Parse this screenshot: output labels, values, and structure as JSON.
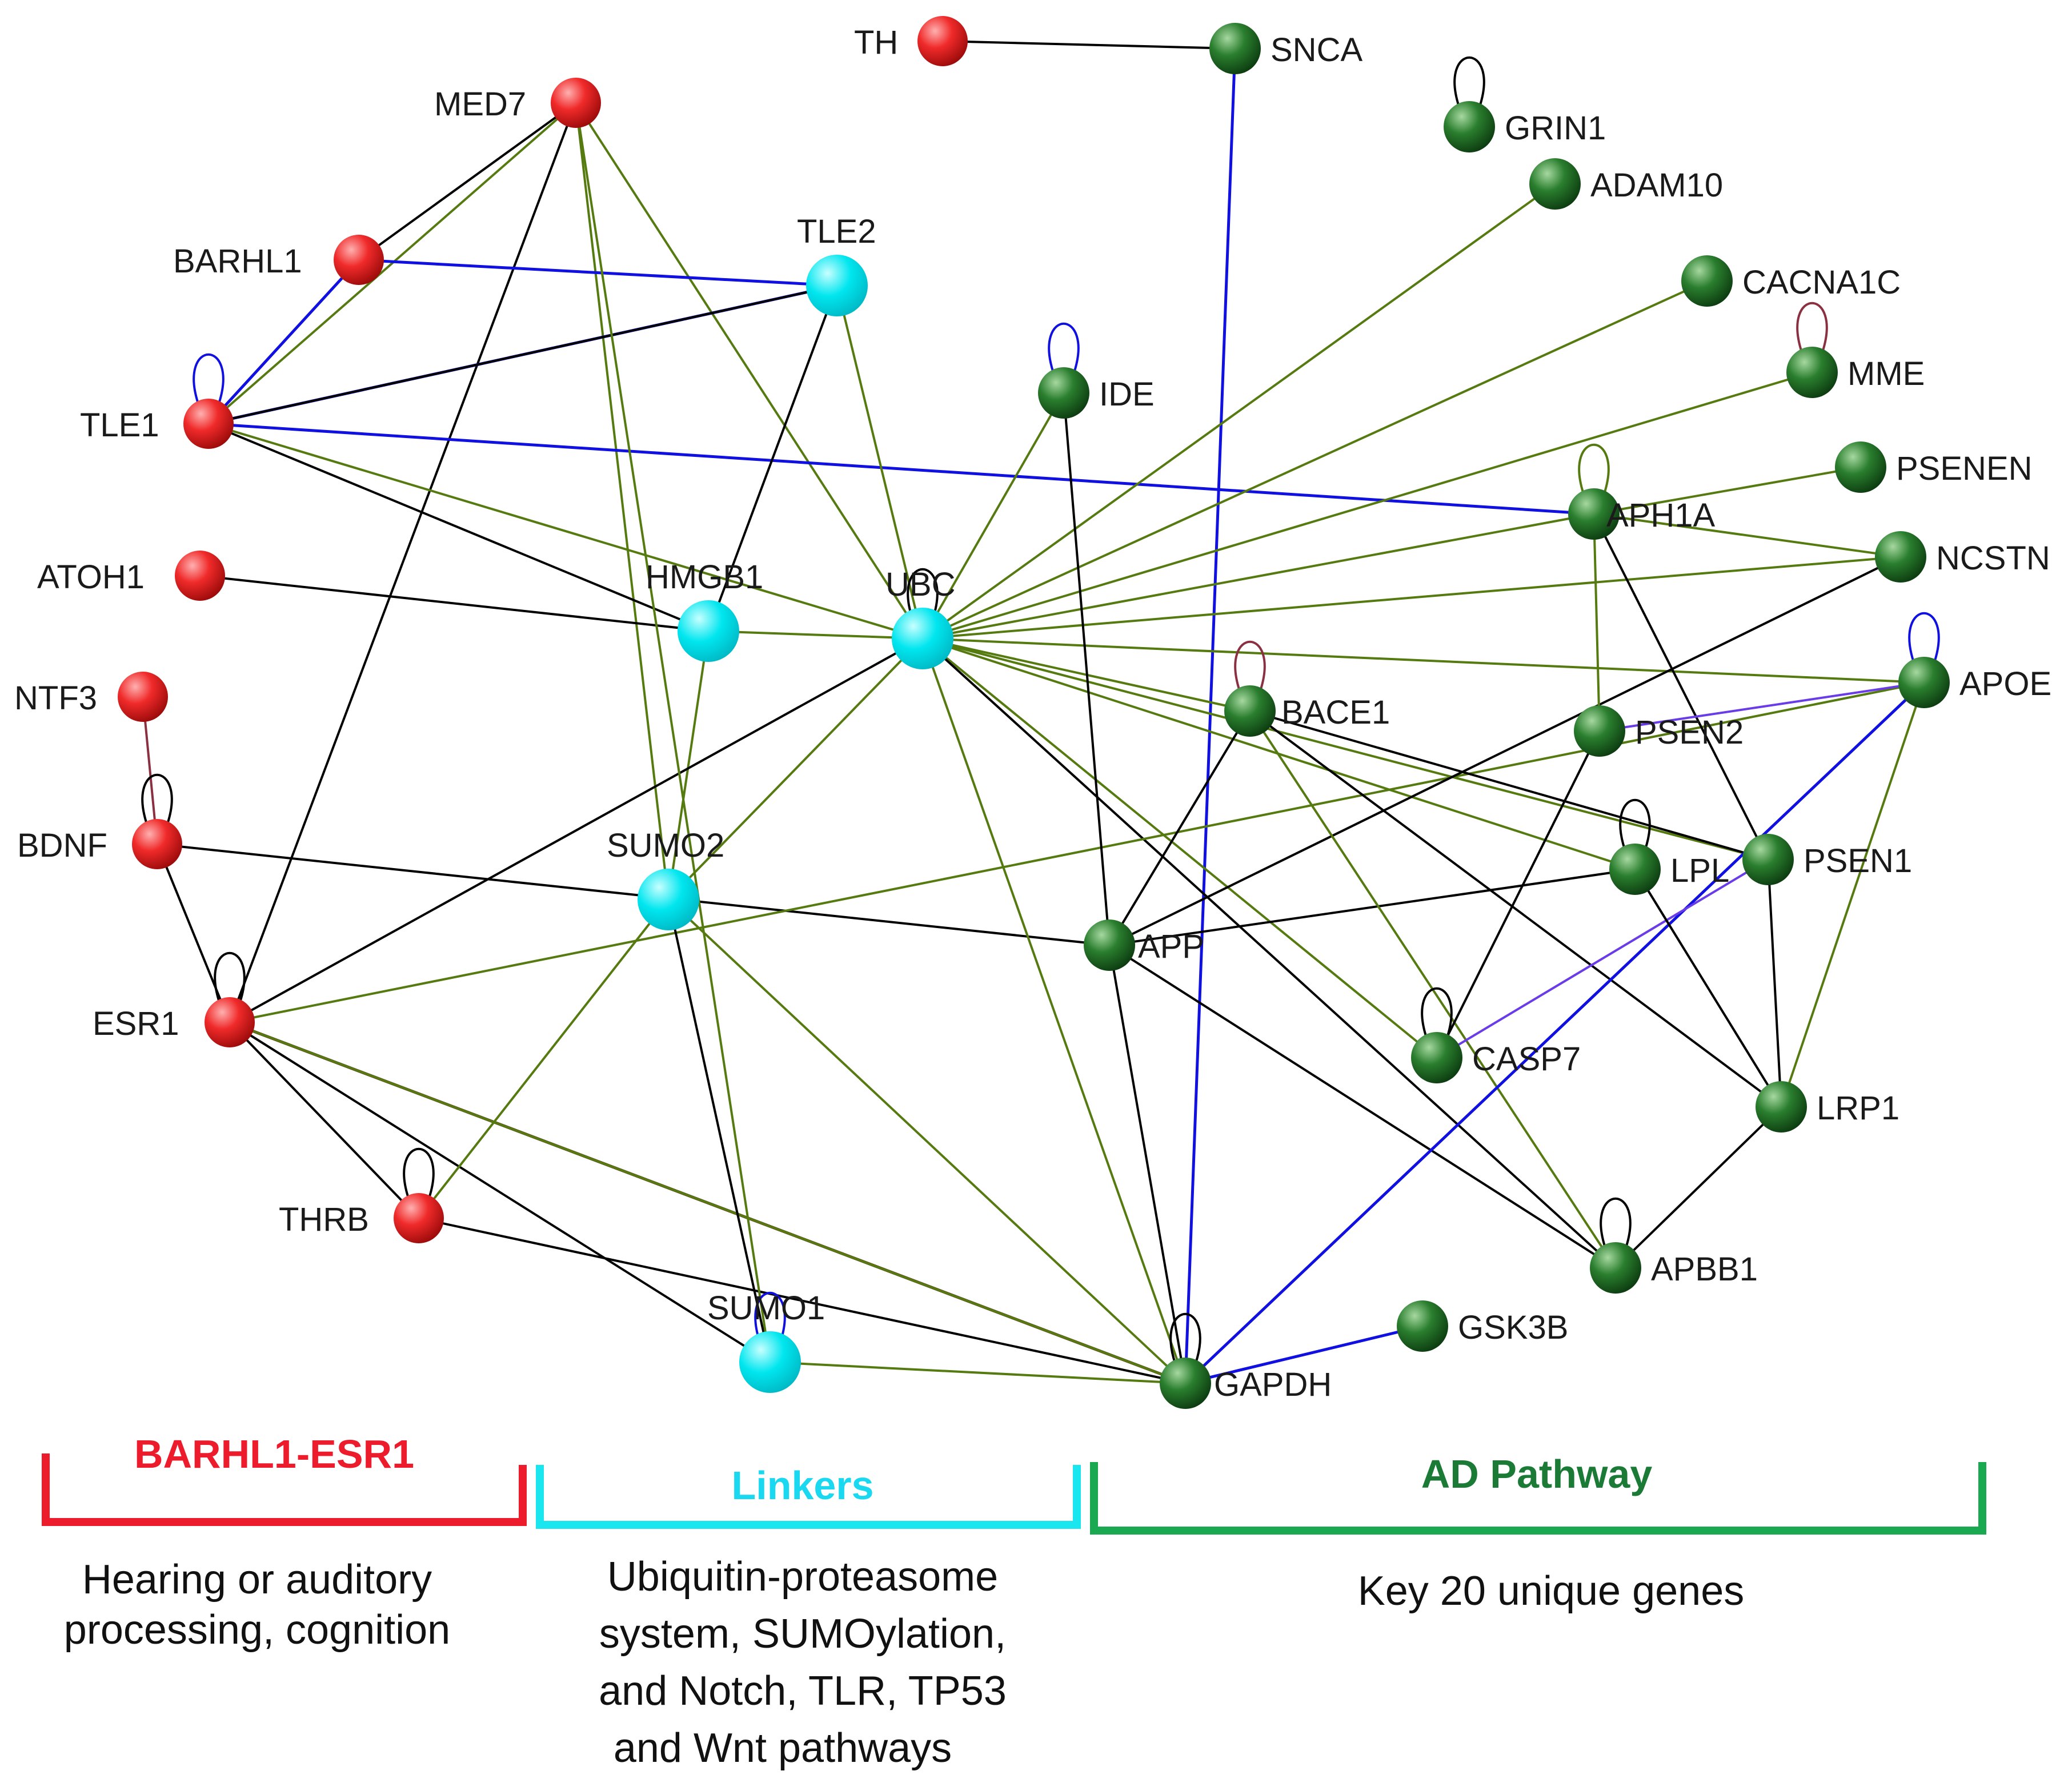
{
  "colors": {
    "red": "#e82020",
    "cyan": "#00e8f0",
    "green": "#1f7a2a",
    "edge_black": "#000000",
    "edge_olive": "#557a10",
    "edge_blue": "#1010e0",
    "edge_violet": "#6a3ce8",
    "edge_brown": "#5a2a10",
    "edge_orange": "#e88010",
    "edge_maroon": "#8a3040",
    "bracket_red": "#ec1c2c",
    "bracket_cyan": "#1ae6f0",
    "bracket_green": "#1aa850",
    "title_red": "#ec1c2c",
    "title_cyan": "#1ad8f0",
    "title_green": "#1a7a36"
  },
  "nodes": [
    {
      "id": "TH",
      "label": "TH",
      "group": "red"
    },
    {
      "id": "SNCA",
      "label": "SNCA",
      "group": "green"
    },
    {
      "id": "MED7",
      "label": "MED7",
      "group": "red"
    },
    {
      "id": "GRIN1",
      "label": "GRIN1",
      "group": "green"
    },
    {
      "id": "ADAM10",
      "label": "ADAM10",
      "group": "green"
    },
    {
      "id": "BARHL1",
      "label": "BARHL1",
      "group": "red"
    },
    {
      "id": "TLE2",
      "label": "TLE2",
      "group": "cyan"
    },
    {
      "id": "CACNA1C",
      "label": "CACNA1C",
      "group": "green"
    },
    {
      "id": "MME",
      "label": "MME",
      "group": "green"
    },
    {
      "id": "IDE",
      "label": "IDE",
      "group": "green"
    },
    {
      "id": "TLE1",
      "label": "TLE1",
      "group": "red"
    },
    {
      "id": "PSENEN",
      "label": "PSENEN",
      "group": "green"
    },
    {
      "id": "APH1A",
      "label": "APH1A",
      "group": "green"
    },
    {
      "id": "NCSTN",
      "label": "NCSTN",
      "group": "green"
    },
    {
      "id": "ATOH1",
      "label": "ATOH1",
      "group": "red"
    },
    {
      "id": "HMGB1",
      "label": "HMGB1",
      "group": "cyan"
    },
    {
      "id": "UBC",
      "label": "UBC",
      "group": "cyan"
    },
    {
      "id": "APOE",
      "label": "APOE",
      "group": "green"
    },
    {
      "id": "NTF3",
      "label": "NTF3",
      "group": "red"
    },
    {
      "id": "BACE1",
      "label": "BACE1",
      "group": "green"
    },
    {
      "id": "PSEN2",
      "label": "PSEN2",
      "group": "green"
    },
    {
      "id": "BDNF",
      "label": "BDNF",
      "group": "red"
    },
    {
      "id": "SUMO2",
      "label": "SUMO2",
      "group": "cyan"
    },
    {
      "id": "LPL",
      "label": "LPL",
      "group": "green"
    },
    {
      "id": "PSEN1",
      "label": "PSEN1",
      "group": "green"
    },
    {
      "id": "APP",
      "label": "APP",
      "group": "green"
    },
    {
      "id": "ESR1",
      "label": "ESR1",
      "group": "red"
    },
    {
      "id": "CASP7",
      "label": "CASP7",
      "group": "green"
    },
    {
      "id": "LRP1",
      "label": "LRP1",
      "group": "green"
    },
    {
      "id": "THRB",
      "label": "THRB",
      "group": "red"
    },
    {
      "id": "APBB1",
      "label": "APBB1",
      "group": "green"
    },
    {
      "id": "SUMO1",
      "label": "SUMO1",
      "group": "cyan"
    },
    {
      "id": "GSK3B",
      "label": "GSK3B",
      "group": "green"
    },
    {
      "id": "GAPDH",
      "label": "GAPDH",
      "group": "green"
    }
  ],
  "edges": [
    {
      "from": "TH",
      "to": "SNCA",
      "color": "edge_black"
    },
    {
      "from": "SNCA",
      "to": "GAPDH",
      "color": "edge_blue"
    },
    {
      "from": "MED7",
      "to": "BARHL1",
      "color": "edge_black"
    },
    {
      "from": "MED7",
      "to": "ESR1",
      "color": "edge_black"
    },
    {
      "from": "MED7",
      "to": "TLE1",
      "color": "edge_olive"
    },
    {
      "from": "MED7",
      "to": "SUMO2",
      "color": "edge_olive"
    },
    {
      "from": "MED7",
      "to": "UBC",
      "color": "edge_olive"
    },
    {
      "from": "BARHL1",
      "to": "TLE2",
      "color": "edge_blue"
    },
    {
      "from": "BARHL1",
      "to": "TLE1",
      "color": "edge_blue"
    },
    {
      "from": "TLE1",
      "to": "TLE2",
      "color": "edge_blue"
    },
    {
      "from": "TLE1",
      "to": "TLE2",
      "color": "edge_black"
    },
    {
      "from": "TLE1",
      "to": "APH1A",
      "color": "edge_blue"
    },
    {
      "from": "TLE1",
      "to": "HMGB1",
      "color": "edge_black"
    },
    {
      "from": "TLE1",
      "to": "UBC",
      "color": "edge_olive"
    },
    {
      "from": "TLE2",
      "to": "HMGB1",
      "color": "edge_black"
    },
    {
      "from": "TLE2",
      "to": "UBC",
      "color": "edge_olive"
    },
    {
      "from": "ATOH1",
      "to": "HMGB1",
      "color": "edge_black"
    },
    {
      "from": "HMGB1",
      "to": "UBC",
      "color": "edge_olive"
    },
    {
      "from": "HMGB1",
      "to": "SUMO2",
      "color": "edge_olive"
    },
    {
      "from": "NTF3",
      "to": "BDNF",
      "color": "edge_maroon"
    },
    {
      "from": "BDNF",
      "to": "ESR1",
      "color": "edge_black"
    },
    {
      "from": "BDNF",
      "to": "APP",
      "color": "edge_black"
    },
    {
      "from": "UBC",
      "to": "IDE",
      "color": "edge_olive"
    },
    {
      "from": "UBC",
      "to": "ADAM10",
      "color": "edge_olive"
    },
    {
      "from": "UBC",
      "to": "CACNA1C",
      "color": "edge_olive"
    },
    {
      "from": "UBC",
      "to": "MME",
      "color": "edge_olive"
    },
    {
      "from": "UBC",
      "to": "APH1A",
      "color": "edge_olive"
    },
    {
      "from": "UBC",
      "to": "NCSTN",
      "color": "edge_olive"
    },
    {
      "from": "UBC",
      "to": "APOE",
      "color": "edge_olive"
    },
    {
      "from": "UBC",
      "to": "BACE1",
      "color": "edge_olive"
    },
    {
      "from": "UBC",
      "to": "LPL",
      "color": "edge_olive"
    },
    {
      "from": "UBC",
      "to": "PSEN1",
      "color": "edge_olive"
    },
    {
      "from": "UBC",
      "to": "CASP7",
      "color": "edge_olive"
    },
    {
      "from": "UBC",
      "to": "APBB1",
      "color": "edge_black"
    },
    {
      "from": "UBC",
      "to": "ESR1",
      "color": "edge_black"
    },
    {
      "from": "UBC",
      "to": "SUMO2",
      "color": "edge_olive"
    },
    {
      "from": "UBC",
      "to": "GAPDH",
      "color": "edge_olive"
    },
    {
      "from": "ESR1",
      "to": "APOE",
      "color": "edge_olive"
    },
    {
      "from": "ESR1",
      "to": "THRB",
      "color": "edge_black"
    },
    {
      "from": "ESR1",
      "to": "SUMO1",
      "color": "edge_black"
    },
    {
      "from": "ESR1",
      "to": "GAPDH",
      "color": "edge_brown"
    },
    {
      "from": "ESR1",
      "to": "GAPDH",
      "color": "edge_olive"
    },
    {
      "from": "SUMO2",
      "to": "THRB",
      "color": "edge_olive"
    },
    {
      "from": "SUMO2",
      "to": "SUMO1",
      "color": "edge_black"
    },
    {
      "from": "SUMO2",
      "to": "GAPDH",
      "color": "edge_olive"
    },
    {
      "from": "THRB",
      "to": "GAPDH",
      "color": "edge_black"
    },
    {
      "from": "SUMO1",
      "to": "GAPDH",
      "color": "edge_olive"
    },
    {
      "from": "SUMO1",
      "to": "MED7",
      "color": "edge_olive"
    },
    {
      "from": "IDE",
      "to": "APP",
      "color": "edge_black"
    },
    {
      "from": "APP",
      "to": "NCSTN",
      "color": "edge_black"
    },
    {
      "from": "APP",
      "to": "LPL",
      "color": "edge_black"
    },
    {
      "from": "APP",
      "to": "BACE1",
      "color": "edge_black"
    },
    {
      "from": "APP",
      "to": "GAPDH",
      "color": "edge_black"
    },
    {
      "from": "APP",
      "to": "APBB1",
      "color": "edge_black"
    },
    {
      "from": "BACE1",
      "to": "PSEN1",
      "color": "edge_black"
    },
    {
      "from": "BACE1",
      "to": "LRP1",
      "color": "edge_black"
    },
    {
      "from": "BACE1",
      "to": "APBB1",
      "color": "edge_olive"
    },
    {
      "from": "APH1A",
      "to": "PSENEN",
      "color": "edge_olive"
    },
    {
      "from": "APH1A",
      "to": "NCSTN",
      "color": "edge_olive"
    },
    {
      "from": "APH1A",
      "to": "PSEN1",
      "color": "edge_black"
    },
    {
      "from": "APH1A",
      "to": "PSEN2",
      "color": "edge_olive"
    },
    {
      "from": "PSEN2",
      "to": "CASP7",
      "color": "edge_black"
    },
    {
      "from": "APOE",
      "to": "PSEN2",
      "color": "edge_violet"
    },
    {
      "from": "APOE",
      "to": "LRP1",
      "color": "edge_olive"
    },
    {
      "from": "APOE",
      "to": "GAPDH",
      "color": "edge_blue"
    },
    {
      "from": "PSEN1",
      "to": "CASP7",
      "color": "edge_violet"
    },
    {
      "from": "PSEN1",
      "to": "LRP1",
      "color": "edge_black"
    },
    {
      "from": "LPL",
      "to": "LRP1",
      "color": "edge_black"
    },
    {
      "from": "LRP1",
      "to": "APBB1",
      "color": "edge_black"
    },
    {
      "from": "GSK3B",
      "to": "GAPDH",
      "color": "edge_blue"
    }
  ],
  "self_loops": [
    {
      "node": "GRIN1",
      "color": "edge_black"
    },
    {
      "node": "MME",
      "color": "edge_maroon"
    },
    {
      "node": "IDE",
      "color": "edge_blue"
    },
    {
      "node": "TLE1",
      "color": "edge_blue"
    },
    {
      "node": "APH1A",
      "color": "edge_olive"
    },
    {
      "node": "UBC",
      "color": "edge_black"
    },
    {
      "node": "APOE",
      "color": "edge_blue"
    },
    {
      "node": "BACE1",
      "color": "edge_maroon"
    },
    {
      "node": "BDNF",
      "color": "edge_black"
    },
    {
      "node": "LPL",
      "color": "edge_black"
    },
    {
      "node": "ESR1",
      "color": "edge_black"
    },
    {
      "node": "CASP7",
      "color": "edge_black"
    },
    {
      "node": "THRB",
      "color": "edge_black"
    },
    {
      "node": "APBB1",
      "color": "edge_black"
    },
    {
      "node": "SUMO1",
      "color": "edge_blue"
    },
    {
      "node": "GAPDH",
      "color": "edge_black"
    }
  ],
  "groups": [
    {
      "id": "red",
      "title": "BARHL1-ESR1",
      "description": [
        "Hearing or auditory",
        "processing, cognition"
      ]
    },
    {
      "id": "cyan",
      "title": "Linkers",
      "description": [
        "Ubiquitin-proteasome",
        "system, SUMOylation,",
        "and Notch, TLR, TP53",
        "and Wnt pathways"
      ]
    },
    {
      "id": "green",
      "title": "AD Pathway",
      "description": [
        "Key 20 unique genes"
      ]
    }
  ]
}
